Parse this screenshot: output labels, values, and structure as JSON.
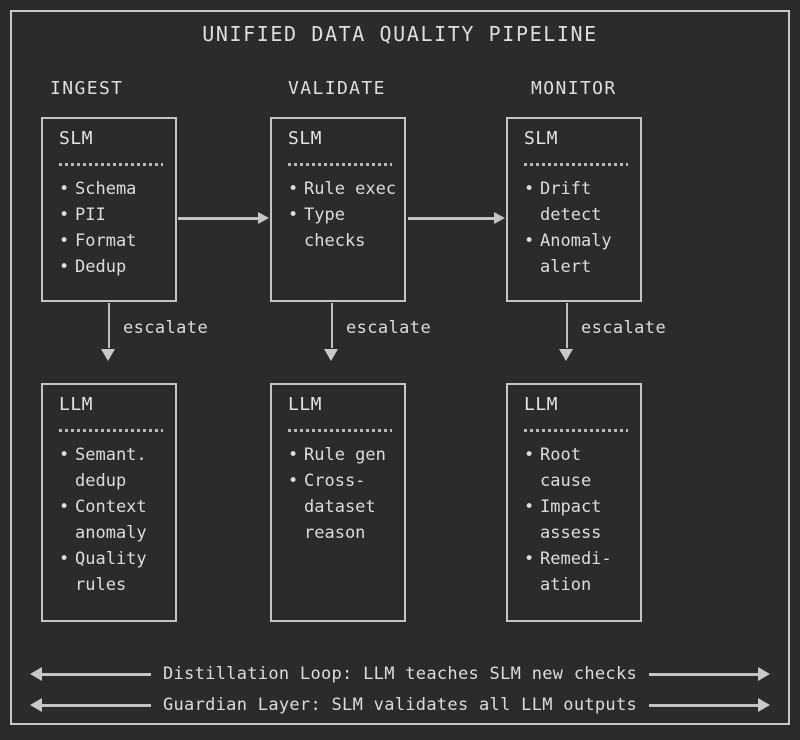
{
  "diagram": {
    "title": "UNIFIED DATA QUALITY PIPELINE",
    "background_color": "#2b2b2b",
    "line_color": "#c4c4c4",
    "text_color": "#dcdcdc",
    "columns": [
      {
        "header": "INGEST"
      },
      {
        "header": "VALIDATE"
      },
      {
        "header": "MONITOR"
      }
    ],
    "slm_row": [
      {
        "title": "SLM",
        "items": [
          "Schema",
          "PII",
          "Format",
          "Dedup"
        ]
      },
      {
        "title": "SLM",
        "items": [
          "Rule exec",
          "Type checks"
        ]
      },
      {
        "title": "SLM",
        "items": [
          "Drift detect",
          "Anomaly alert"
        ]
      }
    ],
    "llm_row": [
      {
        "title": "LLM",
        "items": [
          "Semant. dedup",
          "Context anomaly",
          "Quality rules"
        ]
      },
      {
        "title": "LLM",
        "items": [
          "Rule gen",
          "Cross-dataset reason"
        ]
      },
      {
        "title": "LLM",
        "items": [
          "Root cause",
          "Impact assess",
          "Remedi-ation"
        ]
      }
    ],
    "escalate_labels": [
      "escalate",
      "escalate",
      "escalate"
    ],
    "footer_rows": [
      "Distillation Loop: LLM teaches SLM new checks",
      "Guardian Layer: SLM validates all LLM outputs"
    ],
    "bullet_glyph": "•"
  }
}
